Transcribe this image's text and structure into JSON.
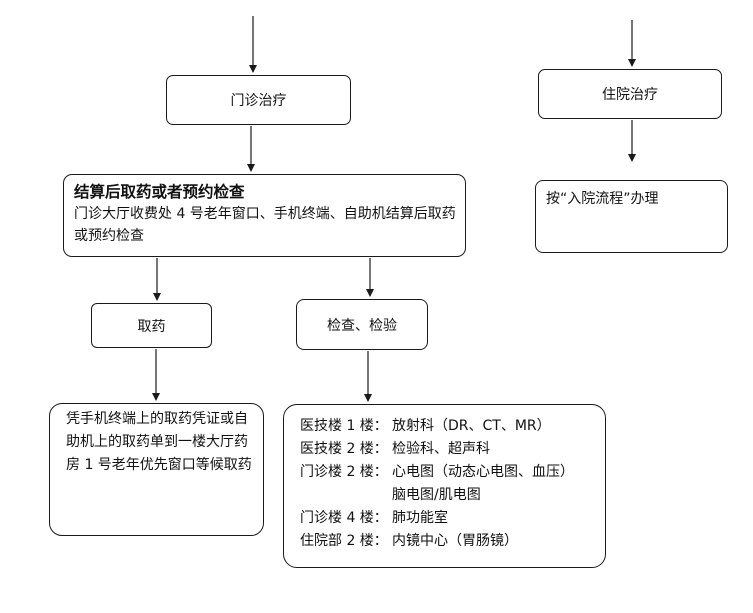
{
  "outpatient": {
    "label": "门诊治疗"
  },
  "inpatient": {
    "label": "住院治疗"
  },
  "settle": {
    "title": "结算后取药或者预约检查",
    "desc": "门诊大厅收费处 4 号老年窗口、手机终端、自助机结算后取药或预约检查"
  },
  "admission": {
    "text": "按“入院流程”办理"
  },
  "medicine": {
    "label": "取药"
  },
  "exam": {
    "label": "检查、检验"
  },
  "pickup": {
    "text": "凭手机终端上的取药凭证或自助机上的取药单到一楼大厅药房 1 号老年优先窗口等候取药"
  },
  "locations": [
    {
      "building": "医技楼 1 楼：",
      "dept": "放射科（DR、CT、MR）"
    },
    {
      "building": "医技楼 2 楼：",
      "dept": "检验科、超声科"
    },
    {
      "building": "门诊楼 2 楼：",
      "dept": "心电图（动态心电图、血压）"
    },
    {
      "building": "",
      "dept": "脑电图/肌电图"
    },
    {
      "building": "门诊楼 4 楼：",
      "dept": "肺功能室"
    },
    {
      "building": "住院部 2 楼：",
      "dept": "内镜中心（胃肠镜）"
    }
  ]
}
